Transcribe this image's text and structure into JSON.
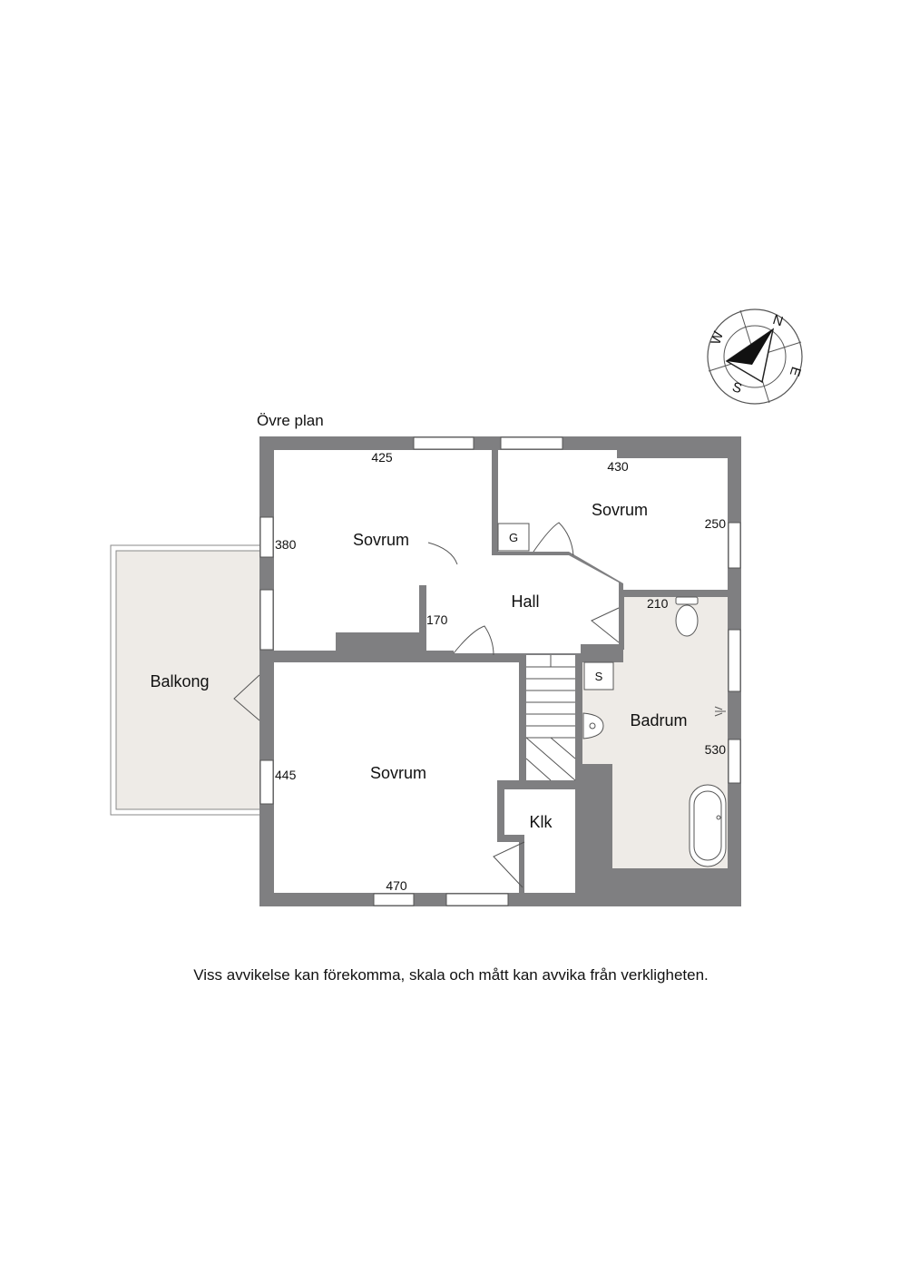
{
  "plan_title": "Övre plan",
  "rooms": {
    "sovrum_1": "Sovrum",
    "sovrum_2": "Sovrum",
    "sovrum_3": "Sovrum",
    "hall": "Hall",
    "badrum": "Badrum",
    "balkong": "Balkong",
    "klk": "Klk"
  },
  "fixtures": {
    "g": "G",
    "s": "S"
  },
  "dimensions": {
    "sovrum_1_width": "425",
    "sovrum_1_depth": "380",
    "sovrum_2_width": "430",
    "sovrum_2_depth": "250",
    "hall_depth": "170",
    "badrum_width": "210",
    "badrum_depth": "530",
    "sovrum_3_width": "470",
    "sovrum_3_depth": "445"
  },
  "compass": {
    "n": "N",
    "e": "E",
    "s": "S",
    "w": "W"
  },
  "disclaimer": "Viss avvikelse kan förekomma, skala och mått kan avvika från verkligheten.",
  "colors": {
    "wall": "#7f7f81",
    "wet_floor": "#eeebe7",
    "window": "#ffffff",
    "line": "#555555"
  }
}
